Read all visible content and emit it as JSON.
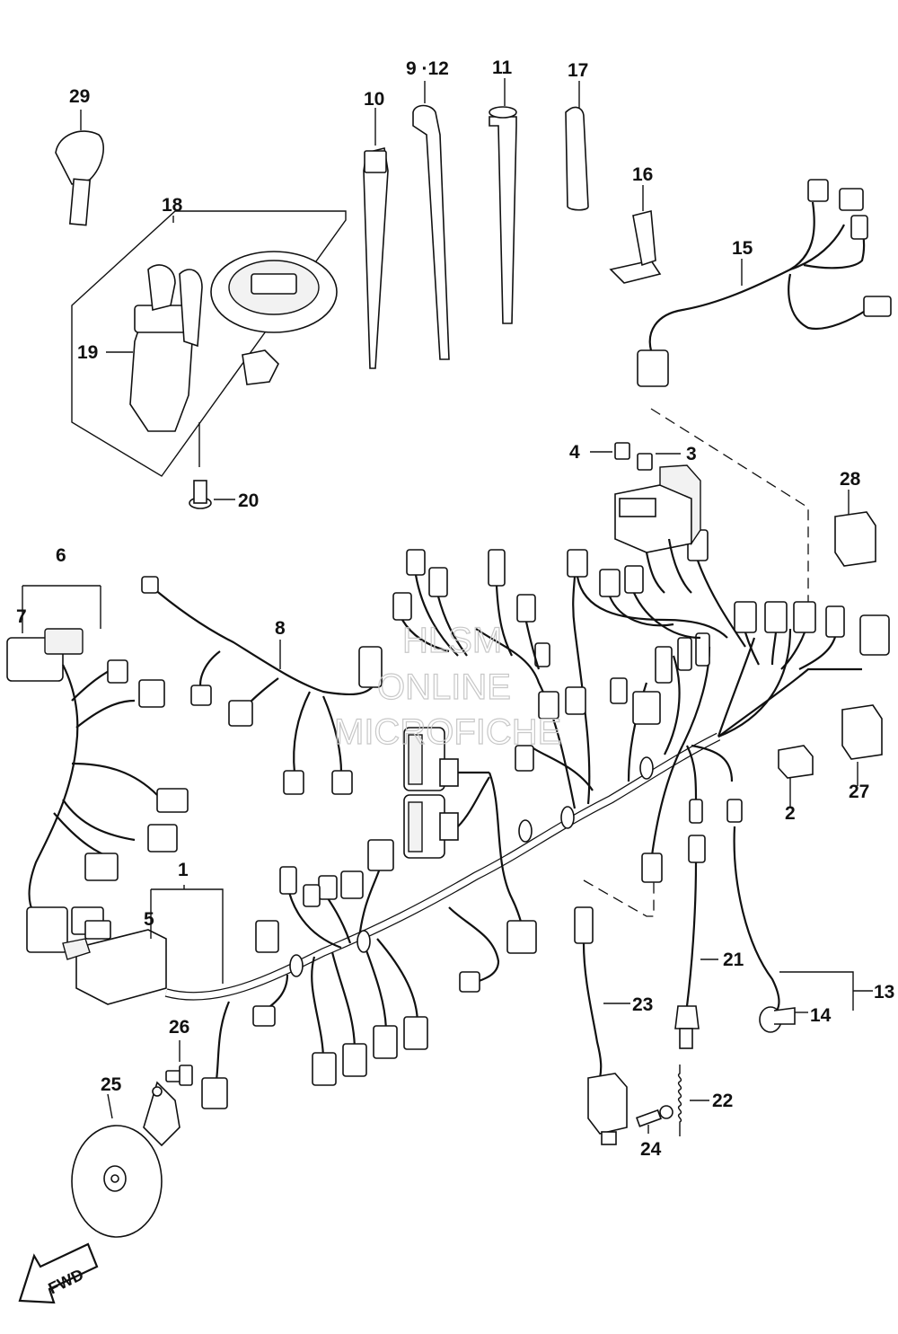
{
  "callouts": {
    "c1": "1",
    "c2": "2",
    "c3": "3",
    "c4": "4",
    "c5": "5",
    "c6": "6",
    "c7": "7",
    "c8": "8",
    "c9_12": "9 ·12",
    "c10": "10",
    "c11": "11",
    "c13": "13",
    "c14": "14",
    "c15": "15",
    "c16": "16",
    "c17": "17",
    "c18": "18",
    "c19": "19",
    "c20": "20",
    "c21": "21",
    "c22": "22",
    "c23": "23",
    "c24": "24",
    "c25": "25",
    "c26": "26",
    "c27": "27",
    "c28": "28",
    "c29": "29"
  },
  "watermark": {
    "line1": "HLSM",
    "line2": "ONLINE",
    "line3": "MICROFICHE"
  },
  "direction_arrow": {
    "label": "FWD",
    "icon": "fwd-arrow-icon"
  }
}
